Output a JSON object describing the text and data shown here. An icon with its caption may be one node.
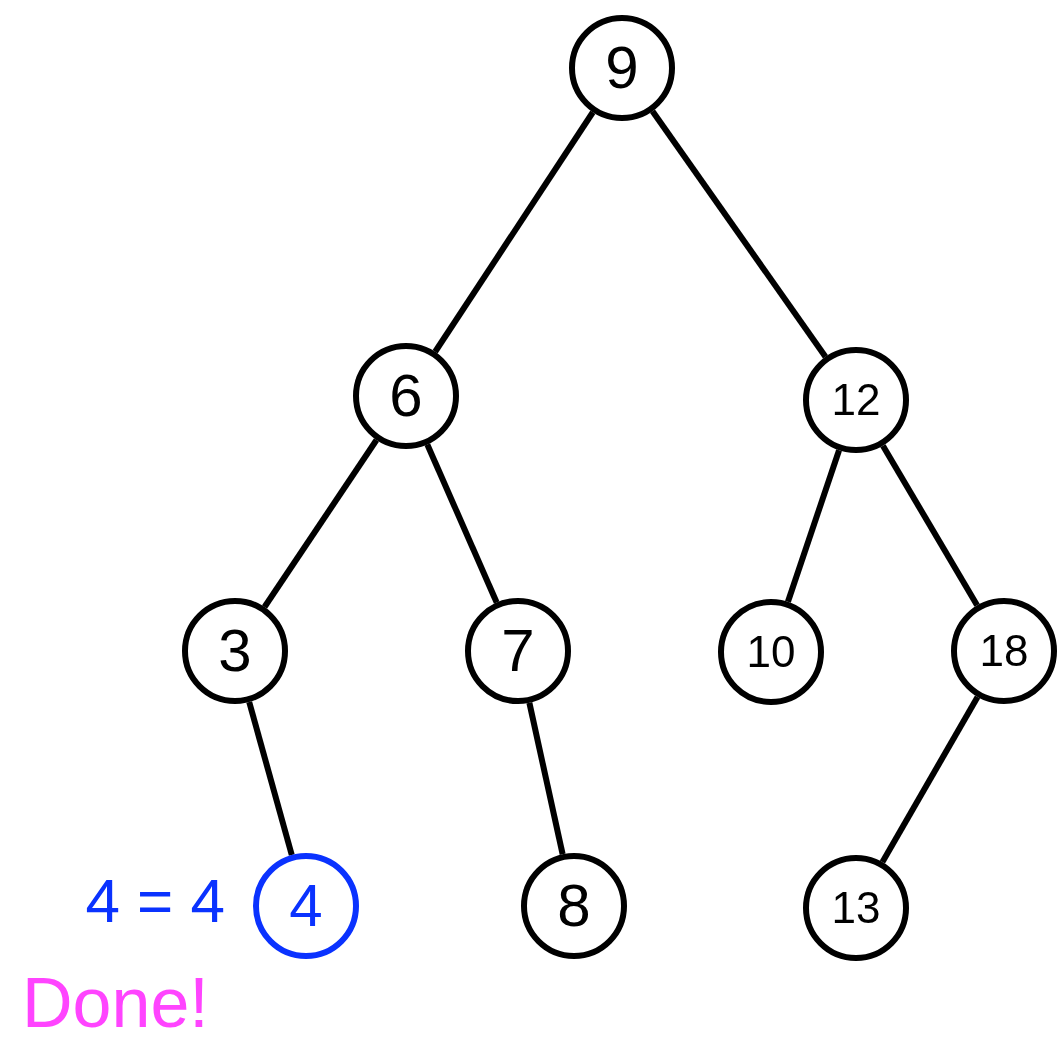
{
  "diagram": {
    "nodes": [
      {
        "text": [
          "9"
        ]
      },
      {
        "text": [
          "6"
        ]
      },
      {
        "text": [
          "12"
        ]
      },
      {
        "text": [
          "3"
        ]
      },
      {
        "text": [
          "7"
        ]
      },
      {
        "text": [
          "10"
        ]
      },
      {
        "text": [
          "18"
        ]
      },
      {
        "text": [
          "4"
        ],
        "beside": [
          "4 = 4"
        ]
      },
      {
        "text": [
          "8"
        ]
      },
      {
        "text": [
          "13"
        ]
      }
    ],
    "edges": [
      {
        "from": 0,
        "to": 1,
        "arrow": "none"
      },
      {
        "from": 0,
        "to": 2,
        "arrow": "none"
      },
      {
        "from": 1,
        "to": 3,
        "arrow": "none"
      },
      {
        "from": 1,
        "to": 4,
        "arrow": "none"
      },
      {
        "from": 2,
        "to": 5,
        "arrow": "none"
      },
      {
        "from": 2,
        "to": 6,
        "arrow": "none"
      },
      {
        "from": 3,
        "to": 7,
        "arrow": "none"
      },
      {
        "from": 4,
        "to": 8,
        "arrow": "none"
      },
      {
        "from": 6,
        "to": 9,
        "arrow": "none"
      }
    ],
    "labels": [
      "Done!"
    ]
  }
}
